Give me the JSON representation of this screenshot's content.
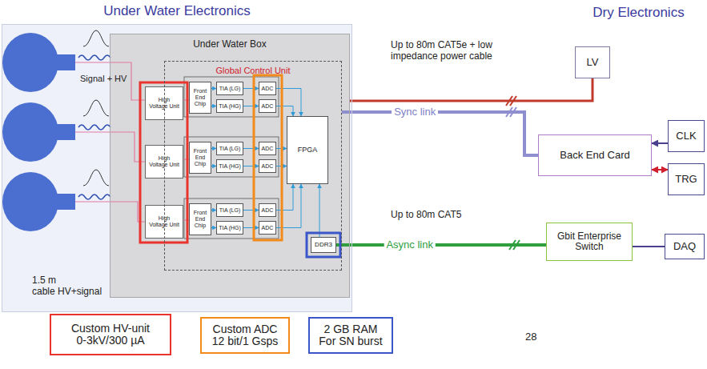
{
  "diagram": {
    "nodes": [
      {
        "text": [
          "Under Water Electronics"
        ]
      },
      {
        "text": [
          "Under Water Box"
        ],
        "in": 0
      },
      {
        "text": [
          "High Voltage Unit"
        ],
        "in": 1
      },
      {
        "text": [
          "High Voltage Unit"
        ],
        "in": 1
      },
      {
        "text": [
          "High Voltage Unit"
        ],
        "in": 1
      },
      {
        "text": [
          "Global Control Unit"
        ],
        "in": 1
      },
      {
        "text": [
          "Front End Chip"
        ],
        "in": 5
      },
      {
        "text": [
          "TIA (LG)"
        ],
        "in": 5
      },
      {
        "text": [
          "TIA (HG)"
        ],
        "in": 5
      },
      {
        "text": [
          "ADC"
        ],
        "in": 5
      },
      {
        "text": [
          "ADC"
        ],
        "in": 5
      },
      {
        "text": [
          "Front End Chip"
        ],
        "in": 5
      },
      {
        "text": [
          "TIA (LG)"
        ],
        "in": 5
      },
      {
        "text": [
          "TIA (HG)"
        ],
        "in": 5
      },
      {
        "text": [
          "ADC"
        ],
        "in": 5
      },
      {
        "text": [
          "ADC"
        ],
        "in": 5
      },
      {
        "text": [
          "Front End Chip"
        ],
        "in": 5
      },
      {
        "text": [
          "TIA (LG)"
        ],
        "in": 5
      },
      {
        "text": [
          "TIA (HG)"
        ],
        "in": 5
      },
      {
        "text": [
          "ADC"
        ],
        "in": 5
      },
      {
        "text": [
          "ADC"
        ],
        "in": 5
      },
      {
        "text": [
          "FPGA"
        ],
        "in": 5
      },
      {
        "text": [
          "DDR3"
        ],
        "in": 5
      },
      {
        "text": [
          "LV"
        ]
      },
      {
        "text": [
          "Back End Card"
        ]
      },
      {
        "text": [
          "CLK"
        ]
      },
      {
        "text": [
          "TRG"
        ]
      },
      {
        "text": [
          "Gbit Enterprise Switch"
        ]
      },
      {
        "text": [
          "DAQ"
        ]
      },
      {
        "text": [
          "Custom HV-unit 0-3kV/300 µA"
        ]
      },
      {
        "text": [
          "Custom ADC 12 bit/1 Gsps"
        ]
      },
      {
        "text": [
          "2 GB RAM For SN burst"
        ]
      }
    ],
    "edges": [
      {
        "from": 2,
        "to": 6,
        "arrow": "none"
      },
      {
        "from": 3,
        "to": 11,
        "arrow": "none"
      },
      {
        "from": 4,
        "to": 16,
        "arrow": "none"
      },
      {
        "from": 6,
        "to": 7,
        "arrow": "to"
      },
      {
        "from": 6,
        "to": 8,
        "arrow": "to"
      },
      {
        "from": 7,
        "to": 9,
        "arrow": "to"
      },
      {
        "from": 8,
        "to": 10,
        "arrow": "to"
      },
      {
        "from": 9,
        "to": 21,
        "arrow": "to"
      },
      {
        "from": 10,
        "to": 21,
        "arrow": "to"
      },
      {
        "from": 11,
        "to": 12,
        "arrow": "to"
      },
      {
        "from": 11,
        "to": 13,
        "arrow": "to"
      },
      {
        "from": 12,
        "to": 14,
        "arrow": "to"
      },
      {
        "from": 13,
        "to": 15,
        "arrow": "to"
      },
      {
        "from": 14,
        "to": 21,
        "arrow": "to"
      },
      {
        "from": 15,
        "to": 21,
        "arrow": "to"
      },
      {
        "from": 16,
        "to": 17,
        "arrow": "to"
      },
      {
        "from": 16,
        "to": 18,
        "arrow": "to"
      },
      {
        "from": 17,
        "to": 19,
        "arrow": "to"
      },
      {
        "from": 18,
        "to": 20,
        "arrow": "to"
      },
      {
        "from": 19,
        "to": 21,
        "arrow": "to"
      },
      {
        "from": 20,
        "to": 21,
        "arrow": "to"
      },
      {
        "from": 22,
        "to": 21,
        "arrow": "to"
      },
      {
        "from": 5,
        "to": 24,
        "label": "Sync link",
        "arrow": "none"
      },
      {
        "from": 23,
        "to": 1,
        "arrow": "none"
      },
      {
        "from": 25,
        "to": 24,
        "arrow": "to"
      },
      {
        "from": 26,
        "to": 24,
        "arrow": "both"
      },
      {
        "from": 22,
        "to": 27,
        "label": "Async link",
        "arrow": "none"
      },
      {
        "from": 27,
        "to": 28,
        "arrow": "none"
      }
    ],
    "labels": [
      "Dry Electronics",
      "Signal + HV",
      "1.5 m cable HV+signal",
      "Up to 80m CAT5e + low impedance power cable",
      "Up to 80m CAT5",
      "28"
    ]
  }
}
